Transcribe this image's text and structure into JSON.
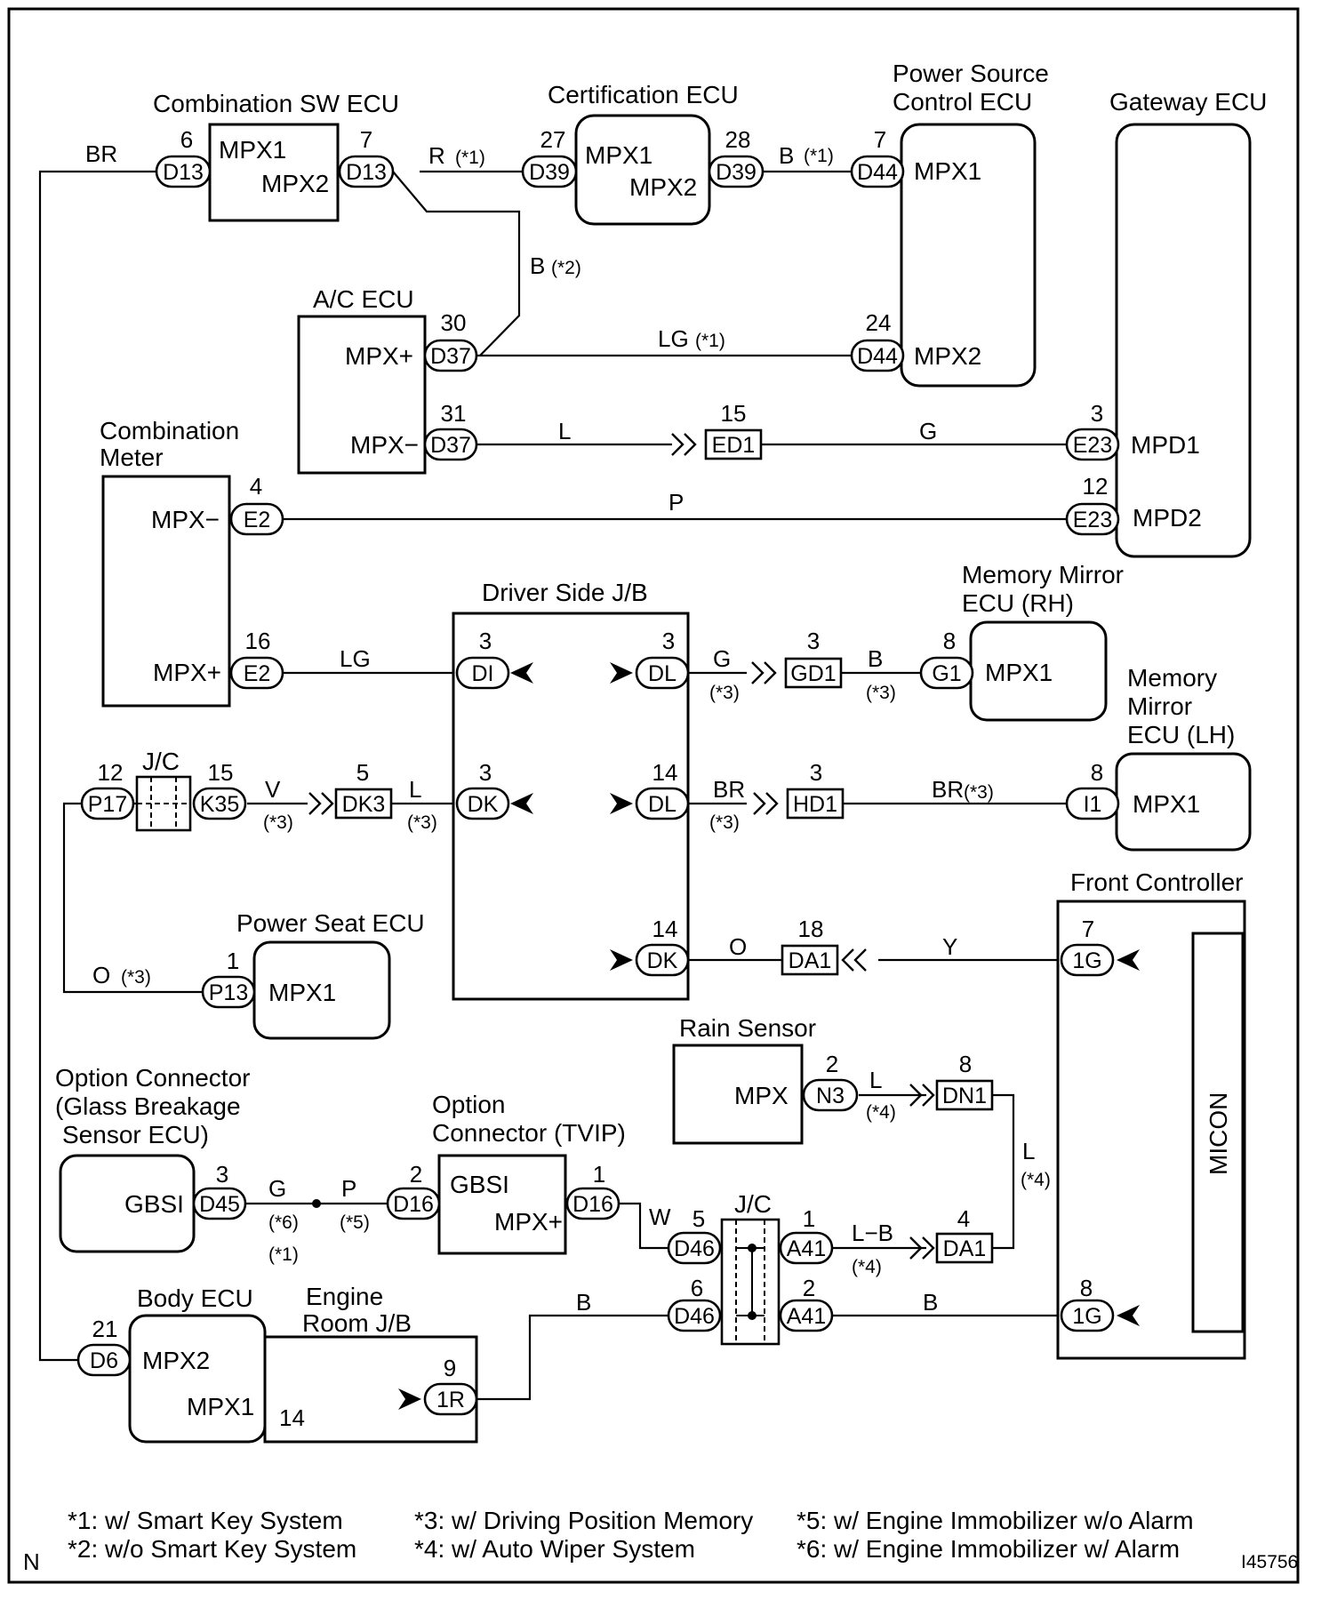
{
  "components": {
    "combo_sw": {
      "title": "Combination SW ECU",
      "t1": "MPX1",
      "t2": "MPX2"
    },
    "cert": {
      "title": "Certification ECU",
      "t1": "MPX1",
      "t2": "MPX2"
    },
    "psc": {
      "title1": "Power Source",
      "title2": "Control ECU",
      "t1": "MPX1",
      "t2": "MPX2"
    },
    "gateway": {
      "title": "Gateway ECU",
      "t1": "MPD1",
      "t2": "MPD2"
    },
    "ac": {
      "title": "A/C ECU",
      "t1": "MPX+",
      "t2": "MPX−"
    },
    "meter": {
      "title1": "Combination",
      "title2": "Meter",
      "t1": "MPX−",
      "t2": "MPX+"
    },
    "djb": {
      "title": "Driver Side J/B"
    },
    "mm_rh": {
      "title1": "Memory Mirror",
      "title2": "ECU (RH)",
      "t1": "MPX1"
    },
    "mm_lh": {
      "title1": "Memory",
      "title2": "Mirror",
      "title3": "ECU (LH)",
      "t1": "MPX1"
    },
    "jc1": {
      "title": "J/C"
    },
    "seat": {
      "title": "Power Seat ECU",
      "t1": "MPX1"
    },
    "front": {
      "title": "Front Controller",
      "micon": "MICON"
    },
    "rain": {
      "title": "Rain Sensor",
      "t1": "MPX"
    },
    "optgb": {
      "title1": "Option Connector",
      "title2": "(Glass Breakage",
      "title3": "Sensor ECU)",
      "t1": "GBSI"
    },
    "opttv": {
      "title1": "Option",
      "title2": "Connector (TVIP)",
      "t1": "GBSI",
      "t2": "MPX+"
    },
    "jc2": {
      "title": "J/C"
    },
    "body": {
      "title": "Body ECU",
      "t1": "MPX2",
      "t2": "MPX1"
    },
    "erjb": {
      "title1": "Engine",
      "title2": "Room J/B"
    }
  },
  "connectors": {
    "c1": {
      "code": "D13",
      "pin": "6"
    },
    "c2": {
      "code": "D13",
      "pin": "7"
    },
    "c3": {
      "code": "D39",
      "pin": "27"
    },
    "c4": {
      "code": "D39",
      "pin": "28"
    },
    "c5": {
      "code": "D44",
      "pin": "7"
    },
    "c6": {
      "code": "D37",
      "pin": "30"
    },
    "c7": {
      "code": "D44",
      "pin": "24"
    },
    "c8": {
      "code": "D37",
      "pin": "31"
    },
    "c9": {
      "code": "E23",
      "pin": "3"
    },
    "c10": {
      "code": "E2",
      "pin": "4"
    },
    "c11": {
      "code": "E23",
      "pin": "12"
    },
    "c12": {
      "code": "E2",
      "pin": "16"
    },
    "c13": {
      "code": "DI",
      "pin": "3"
    },
    "c14": {
      "code": "DL",
      "pin": "3"
    },
    "c15": {
      "code": "G1",
      "pin": "8"
    },
    "c16": {
      "code": "P17",
      "pin": "12"
    },
    "c17": {
      "code": "K35",
      "pin": "15"
    },
    "c18": {
      "code": "DK",
      "pin": "3"
    },
    "c19": {
      "code": "DL",
      "pin": "14"
    },
    "c20": {
      "code": "I1",
      "pin": "8"
    },
    "c21": {
      "code": "DK",
      "pin": "14"
    },
    "c22": {
      "code": "1G",
      "pin": "7"
    },
    "c23": {
      "code": "P13",
      "pin": "1"
    },
    "c24": {
      "code": "N3",
      "pin": "2"
    },
    "c25": {
      "code": "D45",
      "pin": "3"
    },
    "c26": {
      "code": "D16",
      "pin": "2"
    },
    "c27": {
      "code": "D16",
      "pin": "1"
    },
    "c28": {
      "code": "D46",
      "pin": "5"
    },
    "c29": {
      "code": "A41",
      "pin": "1"
    },
    "c30": {
      "code": "D46",
      "pin": "6"
    },
    "c31": {
      "code": "A41",
      "pin": "2"
    },
    "c32": {
      "code": "1G",
      "pin": "8"
    },
    "c33": {
      "code": "D6",
      "pin": "21"
    },
    "c34": {
      "code": "1R",
      "pin": "9"
    }
  },
  "junctions": {
    "j1": {
      "code": "ED1",
      "pin": "15"
    },
    "j2": {
      "code": "GD1",
      "pin": "3"
    },
    "j3": {
      "code": "DK3",
      "pin": "5"
    },
    "j4": {
      "code": "HD1",
      "pin": "3"
    },
    "j5": {
      "code": "DA1",
      "pin": "18"
    },
    "j6": {
      "code": "DN1",
      "pin": "8"
    },
    "j7": {
      "code": "DA1",
      "pin": "4"
    }
  },
  "wires": {
    "w1": "BR",
    "w2": "R",
    "w3": "B",
    "w4": "B",
    "w5": "LG",
    "w6": "L",
    "w7": "G",
    "w8": "P",
    "w9": "LG",
    "w10": "G",
    "w11": "B",
    "w12": "V",
    "w13": "L",
    "w14": "BR",
    "w15": "BR",
    "w16": "O",
    "w17": "Y",
    "w18": "O",
    "w19": "L",
    "w20": "L",
    "w21": "G",
    "w22": "P",
    "w23": "W",
    "w24": "L−B",
    "w25": "B",
    "w26": "B",
    "w27": "14"
  },
  "notes": {
    "n1": "(*1)",
    "n2": "(*1)",
    "n3": "(*2)",
    "n4": "(*1)",
    "n5": "(*3)",
    "n6": "(*3)",
    "n7": "(*3)",
    "n8": "(*3)",
    "n9": "(*3)",
    "n10": "(*3)",
    "n11": "(*3)",
    "n12": "(*4)",
    "n13": "(*4)",
    "n14": "(*6)",
    "n15": "(*1)",
    "n16": "(*5)",
    "n17": "(*4)"
  },
  "footnotes": {
    "f1": "*1: w/ Smart Key System",
    "f2": "*2: w/o Smart Key System",
    "f3": "*3: w/ Driving Position Memory",
    "f4": "*4: w/ Auto Wiper System",
    "f5": "*5: w/ Engine Immobilizer w/o Alarm",
    "f6": "*6: w/ Engine Immobilizer w/ Alarm"
  },
  "corner": {
    "left": "N",
    "right": "I45756"
  }
}
